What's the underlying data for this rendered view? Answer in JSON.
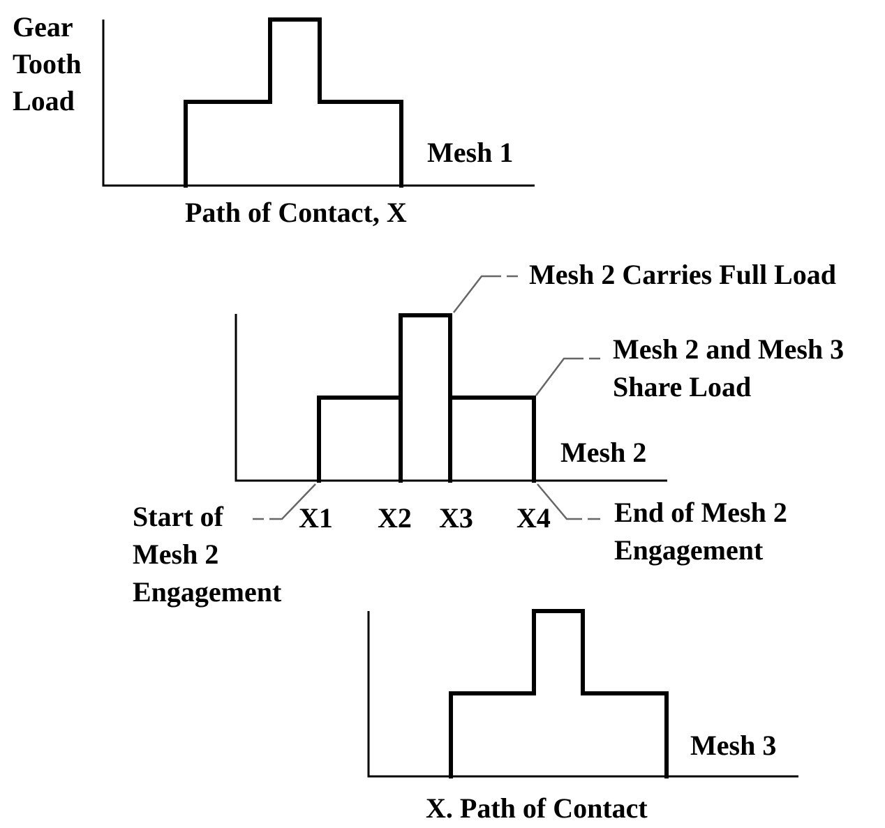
{
  "diagram": {
    "y_axis_label": [
      "Gear",
      "Tooth",
      "Load"
    ],
    "mesh1": {
      "label": "Mesh 1",
      "x_axis_label": "Path of Contact, X"
    },
    "mesh2": {
      "label": "Mesh 2",
      "ticks": [
        "X1",
        "X2",
        "X3",
        "X4"
      ],
      "callout_full_load": "Mesh 2 Carries Full Load",
      "callout_share_load": [
        "Mesh 2 and Mesh 3",
        "Share Load"
      ],
      "callout_start": [
        "Start of",
        "Mesh 2",
        "Engagement"
      ],
      "callout_end": [
        "End of Mesh 2",
        "Engagement"
      ]
    },
    "mesh3": {
      "label": "Mesh 3",
      "x_axis_label": "X. Path of Contact"
    }
  }
}
